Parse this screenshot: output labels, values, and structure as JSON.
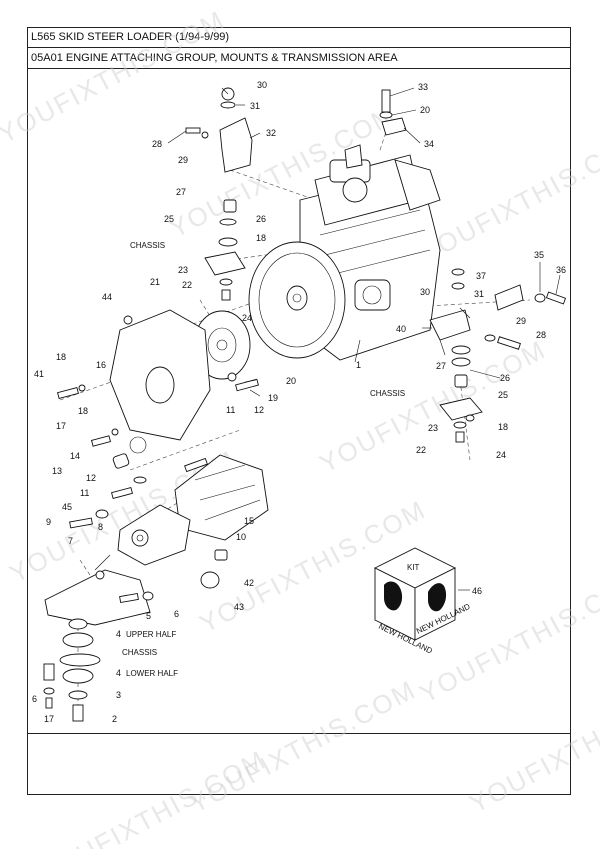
{
  "header": {
    "title": "L565 SKID STEER LOADER (1/94-9/99)",
    "subtitle": "05A01 ENGINE ATTACHING GROUP, MOUNTS & TRANSMISSION AREA"
  },
  "watermark": "YOUFIXTHIS.COM",
  "callouts": {
    "c30a": "30",
    "c31a": "31",
    "c32": "32",
    "c28a": "28",
    "c29a": "29",
    "c27a": "27",
    "c26a": "26",
    "c25a": "25",
    "c18a": "18",
    "c23a": "23",
    "c22a": "22",
    "c24a": "24",
    "c21": "21",
    "c44": "44",
    "c33": "33",
    "c20a": "20",
    "c34": "34",
    "c35": "35",
    "c36": "36",
    "c37": "37",
    "c30b": "30",
    "c31b": "31",
    "c40": "40",
    "c29b": "29",
    "c28b": "28",
    "c27b": "27",
    "c26b": "26",
    "c25b": "25",
    "c18b": "18",
    "c23b": "23",
    "c22b": "22",
    "c24b": "24",
    "c1": "1",
    "c20b": "20",
    "c19": "19",
    "c18c": "18",
    "c16": "16",
    "c41": "41",
    "c18d": "18",
    "c17a": "17",
    "c14": "14",
    "c13": "13",
    "c11a": "11",
    "c12a": "12",
    "c12b": "12",
    "c11b": "11",
    "c45": "45",
    "c9": "9",
    "c8": "8",
    "c15": "15",
    "c10": "10",
    "c7": "7",
    "c42": "42",
    "c43": "43",
    "c5": "5",
    "c6a": "6",
    "c4a": "4",
    "c4b": "4",
    "c3": "3",
    "c6b": "6",
    "c17b": "17",
    "c2": "2",
    "c46": "46"
  },
  "labels": {
    "chassis_left": "CHASSIS",
    "chassis_right": "CHASSIS",
    "chassis_bottom": "CHASSIS",
    "upper_half": "UPPER HALF",
    "lower_half": "LOWER HALF",
    "kit": "KIT",
    "brand": "NEW HOLLAND"
  }
}
